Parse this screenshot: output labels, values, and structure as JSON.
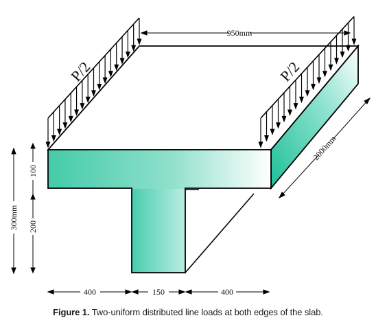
{
  "diagram": {
    "dimensions": {
      "top_length": "950mm",
      "depth": "2000mm",
      "total_height": "300mm",
      "flange_thickness": "100",
      "web_height": "200",
      "left_overhang": "400",
      "web_width": "150",
      "right_overhang": "400"
    },
    "loads": {
      "left": "P/2",
      "right": "P/2"
    },
    "colors": {
      "concrete_face": "#4fd0b5",
      "concrete_light": "#ffffff",
      "concrete_side": "#2fc0a0",
      "line": "#000000"
    }
  },
  "caption": {
    "label": "Figure 1.",
    "text": "Two-uniform distributed line loads at both edges of the slab."
  }
}
